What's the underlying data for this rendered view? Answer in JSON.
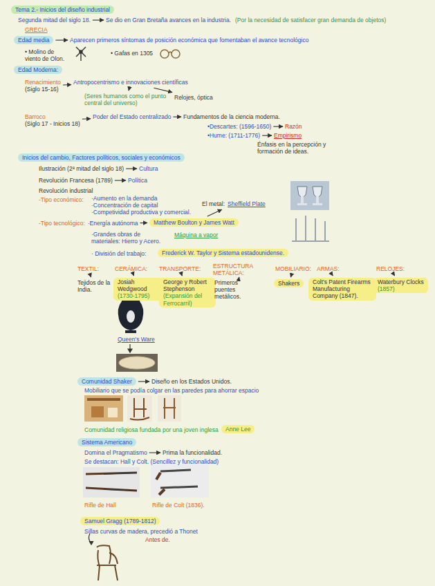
{
  "diagram": {
    "title": "Tema 2.- Inicios del diseño industrial",
    "nodes": [
      {
        "text": [
          "Tema 2.- Inicios del diseño industrial"
        ]
      },
      {
        "text": [
          "Segunda mitad del siglo 18."
        ]
      },
      {
        "text": [
          "Se dio en Gran Bretaña avances en la industria."
        ]
      },
      {
        "text": [
          "Edad media"
        ]
      },
      {
        "text": [
          "Aparecen primeros síntomas de posición económica que fomentaban el avance tecnológico"
        ]
      },
      {
        "text": [
          "Edad Moderna:"
        ]
      },
      {
        "text": [
          "Renacimiento",
          "(Siglo 15-16)"
        ]
      },
      {
        "text": [
          "Antropocentrismo e innovaciones científicas"
        ]
      },
      {
        "text": [
          "Relojes, óptica"
        ]
      },
      {
        "text": [
          "(Seres humanos como el punto central del universo)"
        ]
      },
      {
        "text": [
          "Barroco",
          "(Siglo 17 - Inicios 18)"
        ]
      },
      {
        "text": [
          "Poder del Estado centralizado"
        ]
      },
      {
        "text": [
          "Fundamentos de la ciencia moderna."
        ]
      },
      {
        "text": [
          "•Descartes: (1596-1650)"
        ]
      },
      {
        "text": [
          "Razón"
        ]
      },
      {
        "text": [
          "•Hume: (1711-1776)"
        ]
      },
      {
        "text": [
          "Empirismo"
        ]
      },
      {
        "text": [
          "Inicios del cambio, Factores políticos, sociales y económicos"
        ]
      },
      {
        "text": [
          "Ilustración (2ª mitad del siglo 18)"
        ]
      },
      {
        "text": [
          "Cultura"
        ]
      },
      {
        "text": [
          "Revolución Francesa (1789)"
        ]
      },
      {
        "text": [
          "Política"
        ]
      },
      {
        "text": [
          "El metal:",
          "Sheffield Plate"
        ]
      },
      {
        "text": [
          "-Tipo tecnológico:",
          "·Energía autónoma"
        ]
      },
      {
        "text": [
          "Matthew Boulton y James Watt"
        ]
      },
      {
        "text": [
          "Frederick W. Taylor y Sistema estadounidense."
        ]
      },
      {
        "text": [
          "TEXTIL:"
        ]
      },
      {
        "text": [
          "Tejidos de la India."
        ]
      },
      {
        "text": [
          "CERÁMICA:"
        ]
      },
      {
        "text": [
          "Josiah Wedgwood",
          "(1730-1795)"
        ]
      },
      {
        "text": [
          "TRANSPORTE:"
        ]
      },
      {
        "text": [
          "George y Robert Stephenson",
          "(Expansión del Ferrocarril)"
        ]
      },
      {
        "text": [
          "ESTRUCTURA METÁLICA:"
        ]
      },
      {
        "text": [
          "Primeros puentes metálicos."
        ]
      },
      {
        "text": [
          "MOBILIARIO:"
        ]
      },
      {
        "text": [
          "Shakers"
        ]
      },
      {
        "text": [
          "ARMAS:"
        ]
      },
      {
        "text": [
          "Colt's Patent Firearms Manufacturing Company (1847)."
        ]
      },
      {
        "text": [
          "RELOJES:"
        ]
      },
      {
        "text": [
          "Waterbury Clocks",
          "(1857)"
        ]
      },
      {
        "text": [
          "Comunidad Shaker"
        ]
      },
      {
        "text": [
          "Diseño en los Estados Unidos."
        ]
      },
      {
        "text": [
          "Anne Lee"
        ]
      },
      {
        "text": [
          "Sistema Americano"
        ]
      },
      {
        "text": [
          "Domina el Pragmatismo"
        ]
      },
      {
        "text": [
          "Prima la funcionalidad."
        ]
      },
      {
        "text": [
          "Samuel Gragg (1789-1812)"
        ]
      }
    ],
    "edges": [
      {
        "from": 1,
        "to": 2,
        "arrow": "to"
      },
      {
        "from": 3,
        "to": 4,
        "arrow": "to"
      },
      {
        "from": 6,
        "to": 7,
        "arrow": "to"
      },
      {
        "from": 7,
        "to": 8,
        "arrow": "to"
      },
      {
        "from": 7,
        "to": 9,
        "arrow": "to"
      },
      {
        "from": 10,
        "to": 11,
        "arrow": "to"
      },
      {
        "from": 11,
        "to": 12,
        "arrow": "to"
      },
      {
        "from": 13,
        "to": 14,
        "arrow": "to"
      },
      {
        "from": 15,
        "to": 16,
        "arrow": "to"
      },
      {
        "from": 18,
        "to": 19,
        "arrow": "to"
      },
      {
        "from": 20,
        "to": 21,
        "arrow": "to"
      },
      {
        "from": 23,
        "to": 24,
        "arrow": "to"
      },
      {
        "from": 24,
        "to": 22,
        "arrow": "to"
      },
      {
        "from": 26,
        "to": 27,
        "arrow": "to"
      },
      {
        "from": 28,
        "to": 29,
        "arrow": "to"
      },
      {
        "from": 30,
        "to": 31,
        "arrow": "to"
      },
      {
        "from": 32,
        "to": 33,
        "arrow": "to"
      },
      {
        "from": 34,
        "to": 35,
        "arrow": "to"
      },
      {
        "from": 36,
        "to": 37,
        "arrow": "to"
      },
      {
        "from": 38,
        "to": 39,
        "arrow": "to"
      },
      {
        "from": 40,
        "to": 41,
        "arrow": "to"
      },
      {
        "from": 44,
        "to": 45,
        "arrow": "to"
      }
    ],
    "labels": [
      "(Por la necesidad de satisfacer gran demanda de objetos)",
      "GRECIA",
      "• Molino de viento de Olon.",
      "• Gafas en 1305",
      "Énfasis en la percepción y formación de ideas.",
      "Revolución industrial",
      "-Tipo económico:",
      "·Aumento en la demanda",
      "·Concentración de capital",
      "·Competividad productiva y comercial.",
      "·Grandes obras de materiales: Hierro y Acero.",
      "Máquina a vapor",
      "· División del trabajo:",
      "Queen's Ware",
      "Mobiliario que se podía colgar en las paredes para ahorrar espacio",
      "Comunidad religiosa fundada por una joven inglesa",
      "Se destacan: Hall y Colt. (Sencillez y funcionalidad)",
      "Rifle de Hall",
      "Rifle de Colt (1836).",
      "Sillas curvas de madera, precedió a Thonet",
      "Antes de."
    ]
  }
}
